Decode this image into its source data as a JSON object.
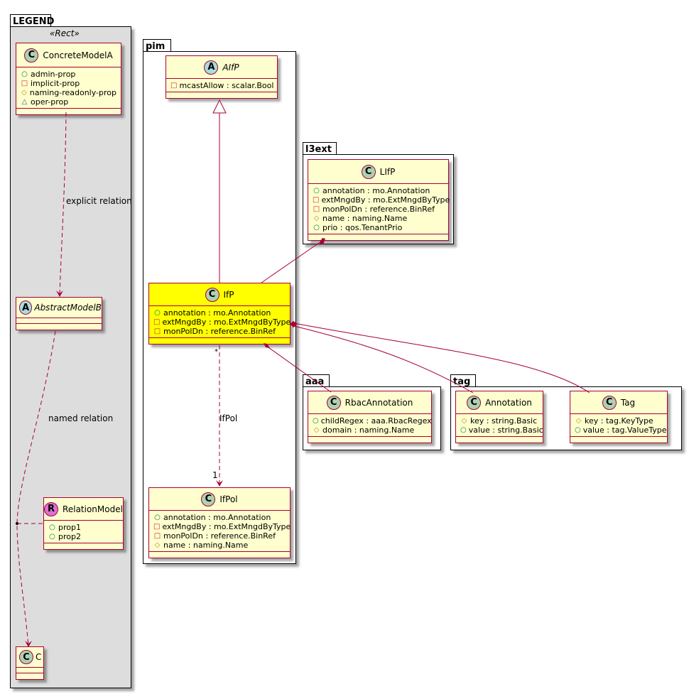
{
  "colors": {
    "class_fill": "#FEFECE",
    "class_border": "#A80036",
    "highlight_fill": "#FFFF00",
    "legend_fill": "#DDDDDD",
    "badge_class": "#ADD1B2",
    "badge_abstract": "#A9DCDF",
    "badge_relation": "#DA70D6",
    "vis_public": "#038048",
    "vis_private": "#C82930",
    "vis_protected": "#B38D22",
    "vis_package": "#1963A0"
  },
  "icons": {
    "public": "○",
    "private": "□",
    "protected": "◇",
    "package": "△"
  },
  "packages": {
    "legend": {
      "name": "LEGEND",
      "stereotype": "«Rect»"
    },
    "pim": {
      "name": "pim"
    },
    "l3ext": {
      "name": "l3ext"
    },
    "aaa": {
      "name": "aaa"
    },
    "tag": {
      "name": "tag"
    }
  },
  "classes": {
    "concrete_model_a": {
      "badge": "C",
      "name": "ConcreteModelA",
      "attrs": [
        {
          "vis": "public",
          "text": "admin-prop"
        },
        {
          "vis": "private",
          "text": "implicit-prop"
        },
        {
          "vis": "protected",
          "text": "naming-readonly-prop"
        },
        {
          "vis": "package",
          "text": "oper-prop"
        }
      ]
    },
    "abstract_model_b": {
      "badge": "A",
      "name": "AbstractModelB",
      "attrs": []
    },
    "relation_model": {
      "badge": "R",
      "name": "RelationModel",
      "attrs": [
        {
          "vis": "public",
          "text": "prop1"
        },
        {
          "vis": "public",
          "text": "prop2"
        }
      ]
    },
    "c": {
      "badge": "C",
      "name": "C",
      "attrs": []
    },
    "aifp": {
      "badge": "A",
      "name": "AIfP",
      "attrs": [
        {
          "vis": "private",
          "text": "mcastAllow : scalar.Bool"
        }
      ]
    },
    "lifp": {
      "badge": "C",
      "name": "LIfP",
      "attrs": [
        {
          "vis": "public",
          "text": "annotation : mo.Annotation"
        },
        {
          "vis": "private",
          "text": "extMngdBy : mo.ExtMngdByType"
        },
        {
          "vis": "private",
          "text": "monPolDn : reference.BinRef"
        },
        {
          "vis": "protected",
          "text": "name : naming.Name"
        },
        {
          "vis": "public",
          "text": "prio : qos.TenantPrio"
        }
      ]
    },
    "ifp": {
      "badge": "C",
      "name": "IfP",
      "attrs": [
        {
          "vis": "public",
          "text": "annotation : mo.Annotation"
        },
        {
          "vis": "private",
          "text": "extMngdBy : mo.ExtMngdByType"
        },
        {
          "vis": "private",
          "text": "monPolDn : reference.BinRef"
        }
      ]
    },
    "ifpol": {
      "badge": "C",
      "name": "IfPol",
      "attrs": [
        {
          "vis": "public",
          "text": "annotation : mo.Annotation"
        },
        {
          "vis": "private",
          "text": "extMngdBy : mo.ExtMngdByType"
        },
        {
          "vis": "private",
          "text": "monPolDn : reference.BinRef"
        },
        {
          "vis": "protected",
          "text": "name : naming.Name"
        }
      ]
    },
    "rbac_annotation": {
      "badge": "C",
      "name": "RbacAnnotation",
      "attrs": [
        {
          "vis": "public",
          "text": "childRegex : aaa.RbacRegex"
        },
        {
          "vis": "protected",
          "text": "domain : naming.Name"
        }
      ]
    },
    "annotation": {
      "badge": "C",
      "name": "Annotation",
      "attrs": [
        {
          "vis": "protected",
          "text": "key : string.Basic"
        },
        {
          "vis": "public",
          "text": "value : string.Basic"
        }
      ]
    },
    "tag": {
      "badge": "C",
      "name": "Tag",
      "attrs": [
        {
          "vis": "protected",
          "text": "key : tag.KeyType"
        },
        {
          "vis": "public",
          "text": "value : tag.ValueType"
        }
      ]
    }
  },
  "relations": {
    "explicit": {
      "label": "explicit relation"
    },
    "named": {
      "label": "named relation"
    },
    "ifpol": {
      "label": "IfPol",
      "from_mult": "*",
      "to_mult": "1"
    }
  }
}
